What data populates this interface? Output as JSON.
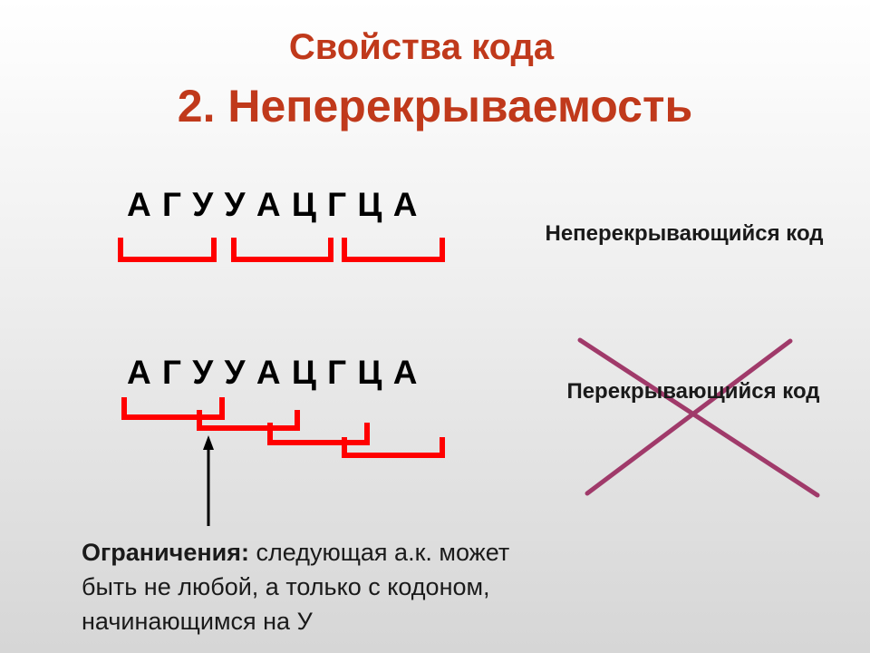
{
  "title": "Свойства кода",
  "subtitle": "2. Неперекрываемость",
  "sequence_top": "А Г У У А Ц Г Ц А",
  "sequence_bottom": "А Г У У А Ц Г Ц А",
  "label_nonoverlapping": "Неперекрывающийся код",
  "label_overlapping": "Перекрывающийся код",
  "note": {
    "heading": "Ограничения:",
    "text": " следующая а.к. может быть не любой, а только с кодоном, начинающимся на У"
  },
  "colors": {
    "title": "#c0391b",
    "bracket": "#ff0000",
    "cross": "#a03a6a",
    "arrow": "#000000"
  }
}
